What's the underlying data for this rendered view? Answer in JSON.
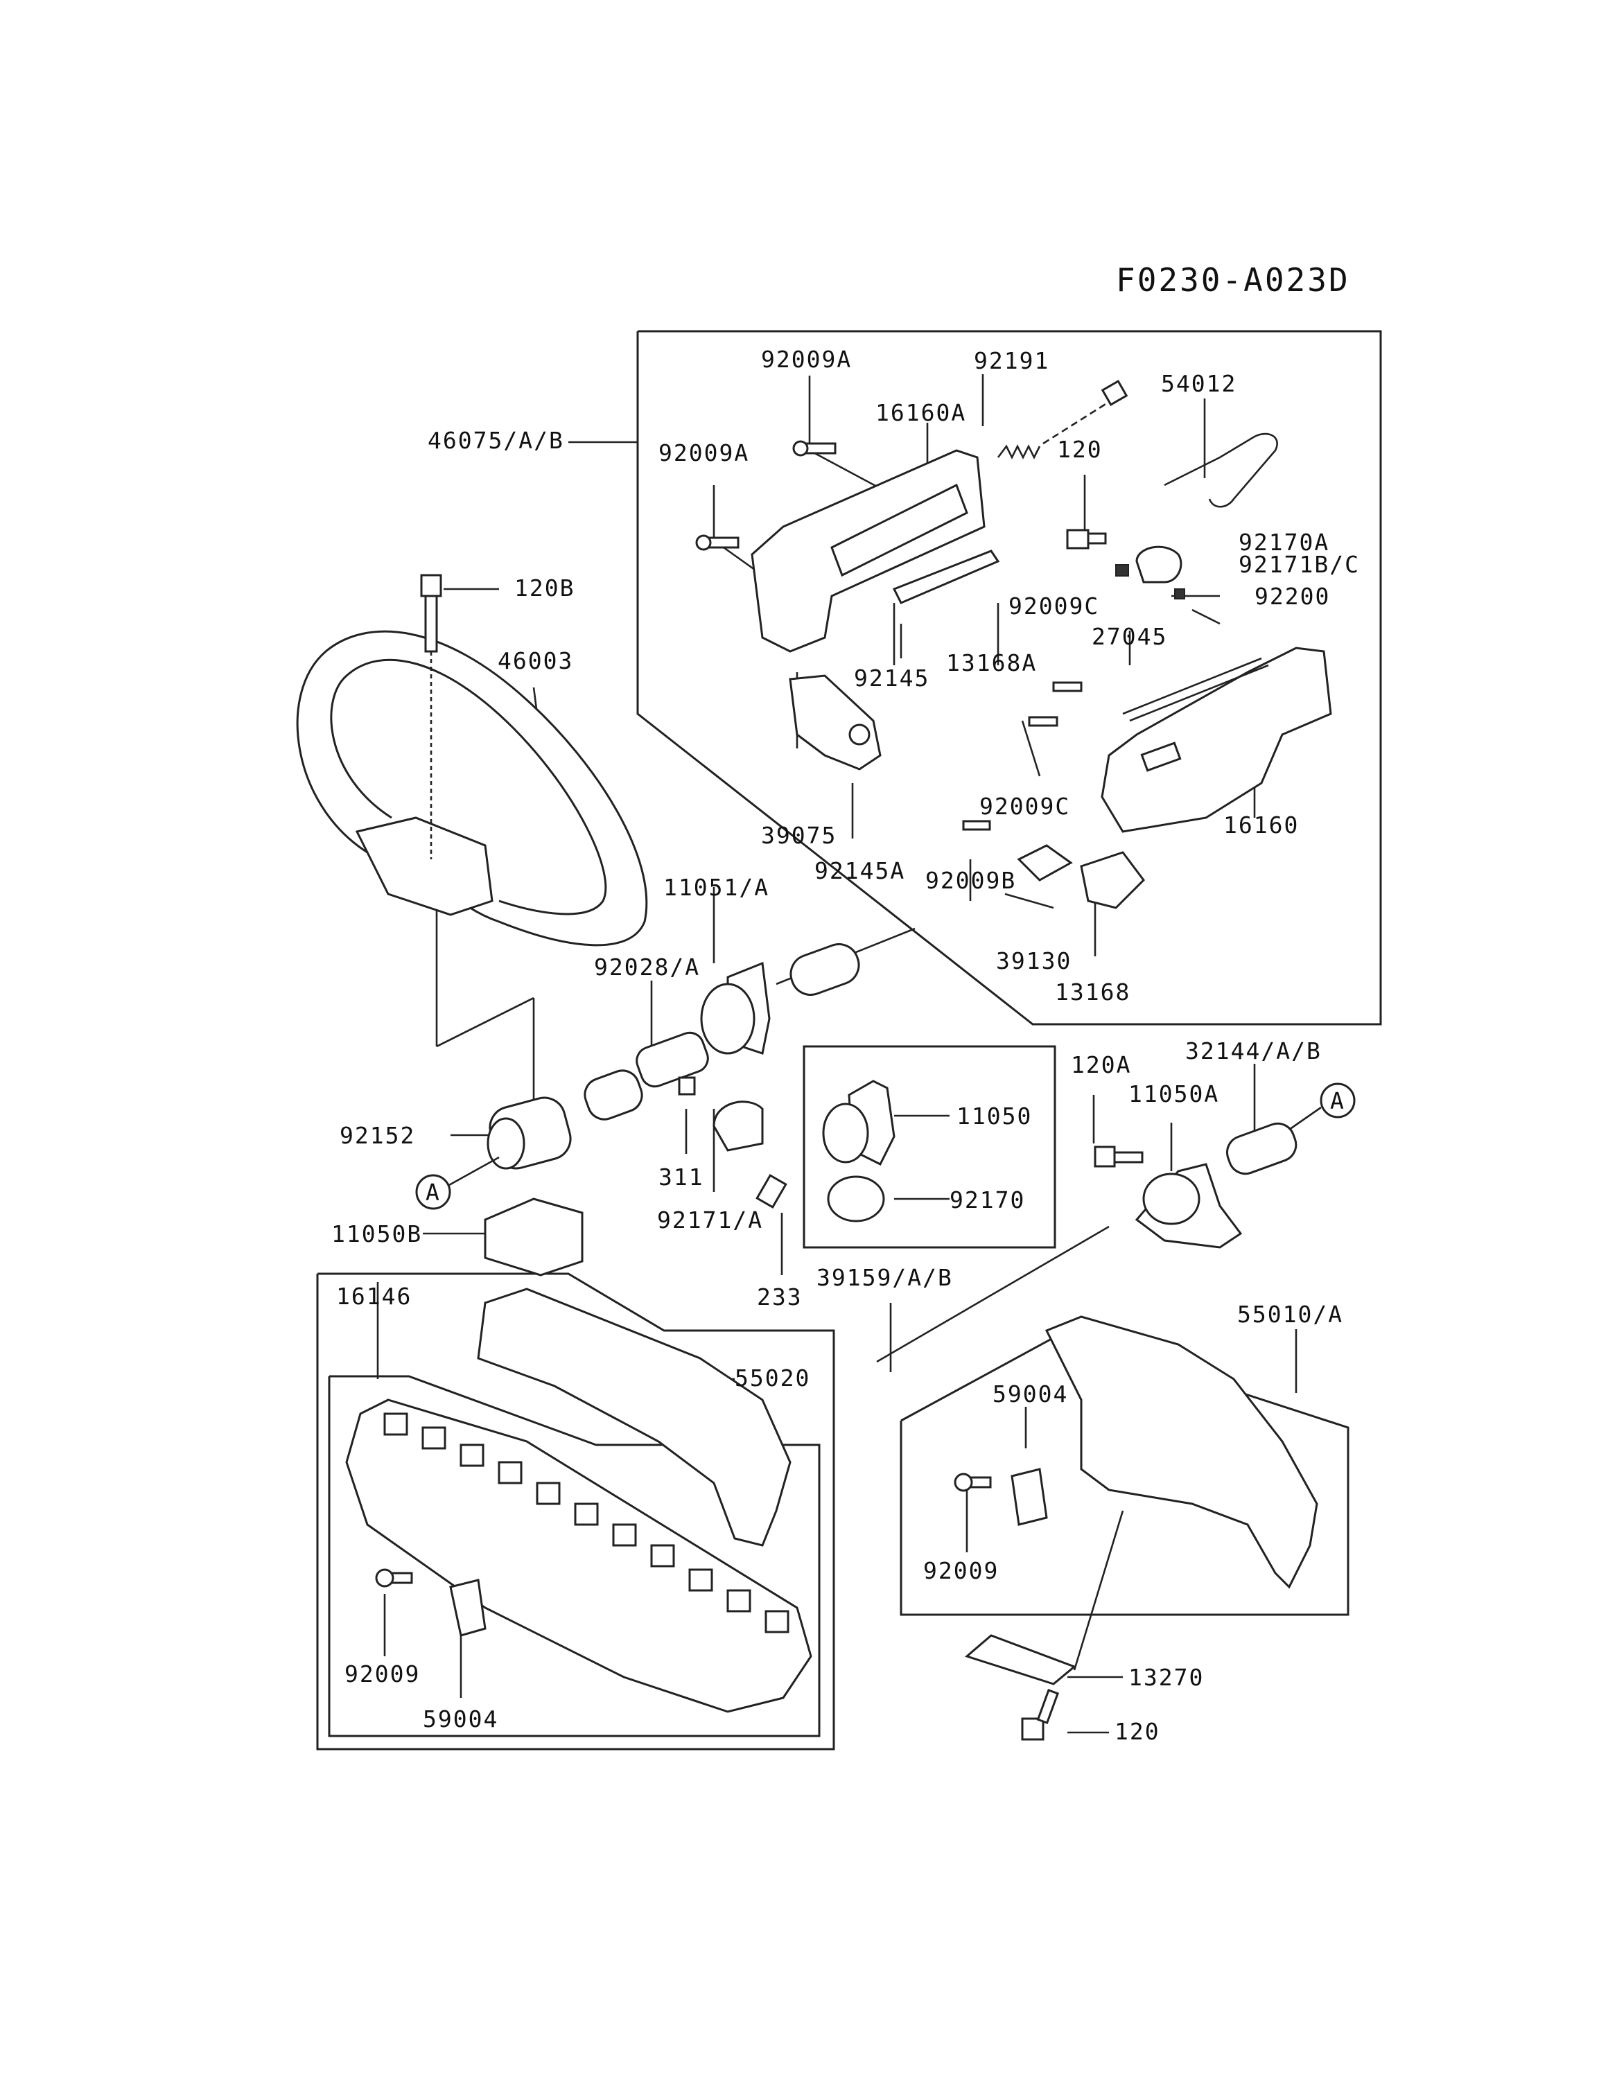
{
  "diagram": {
    "code": "F0230-A023D",
    "labels": {
      "p92009A_top": "92009A",
      "p92191": "92191",
      "p54012": "54012",
      "p16160A": "16160A",
      "p46075": "46075/A/B",
      "p92009A_left": "92009A",
      "p120_top": "120",
      "p92170A": "92170A",
      "p92171B": "92171B/C",
      "p120B": "120B",
      "p92200": "92200",
      "p92009C_top": "92009C",
      "p46003": "46003",
      "p92145": "92145",
      "p13168A": "13168A",
      "p27045": "27045",
      "p39075": "39075",
      "p92009C_mid": "92009C",
      "p16160": "16160",
      "p92145A": "92145A",
      "p11051": "11051/A",
      "p92009B": "92009B",
      "p92028": "92028/A",
      "p39130": "39130",
      "p13168": "13168",
      "p120A": "120A",
      "p32144": "32144/A/B",
      "p11050A": "11050A",
      "p11050": "11050",
      "p92152": "92152",
      "p311": "311",
      "p92170": "92170",
      "p92171": "92171/A",
      "p11050B": "11050B",
      "p233": "233",
      "p39159": "39159/A/B",
      "p16146": "16146",
      "p55010": "55010/A",
      "p55020": "55020",
      "p59004_right": "59004",
      "p92009_right": "92009",
      "p92009_left": "92009",
      "p59004_left": "59004",
      "p13270": "13270",
      "p120_bottom": "120"
    },
    "markers": {
      "a_left": "A",
      "a_right": "A"
    }
  }
}
